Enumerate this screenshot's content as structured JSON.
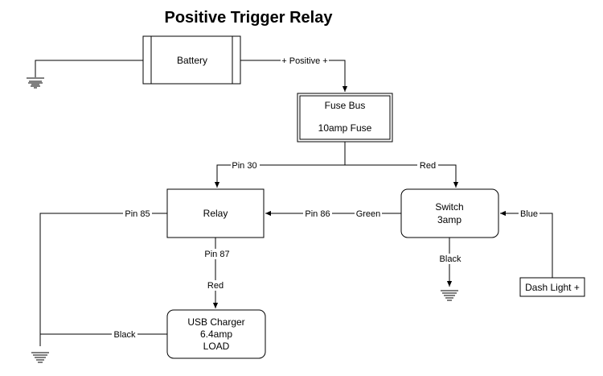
{
  "title": "Positive Trigger Relay",
  "nodes": {
    "battery": "Battery",
    "fuse_bus_line1": "Fuse Bus",
    "fuse_bus_line2": "10amp Fuse",
    "relay": "Relay",
    "switch_line1": "Switch",
    "switch_line2": "3amp",
    "usb_line1": "USB Charger",
    "usb_line2": "6.4amp",
    "usb_line3": "LOAD",
    "dash_light": "Dash Light +"
  },
  "edge_labels": {
    "positive": "+ Positive +",
    "pin30": "Pin 30",
    "red_fuse_switch": "Red",
    "pin85": "Pin 85",
    "pin86": "Pin 86",
    "green": "Green",
    "blue": "Blue",
    "black_switch": "Black",
    "pin87": "Pin 87",
    "red_relay_usb": "Red",
    "black_usb": "Black"
  }
}
